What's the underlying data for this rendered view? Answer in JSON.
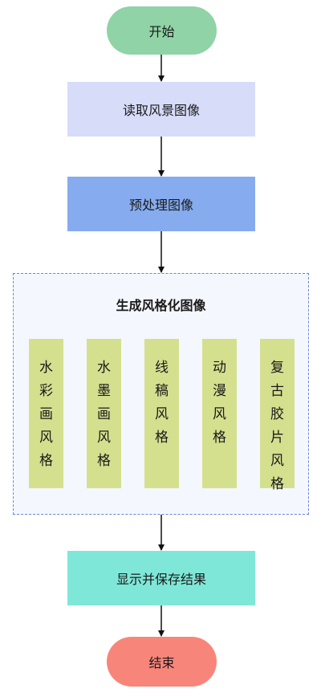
{
  "nodes": {
    "start": "开始",
    "read": "读取风景图像",
    "preprocess": "预处理图像",
    "save": "显示并保存结果",
    "end": "结束"
  },
  "group": {
    "title": "生成风格化图像",
    "styles": [
      "水彩画风格",
      "水墨画风格",
      "线稿风格",
      "动漫风格",
      "复古胶片风格"
    ]
  },
  "colors": {
    "start": "#8fd3a6",
    "read": "#d7dcf8",
    "preprocess": "#86abee",
    "group_border": "#6f86d6",
    "style_box": "#d4e08e",
    "save": "#7fe7d8",
    "end": "#f8857a"
  }
}
